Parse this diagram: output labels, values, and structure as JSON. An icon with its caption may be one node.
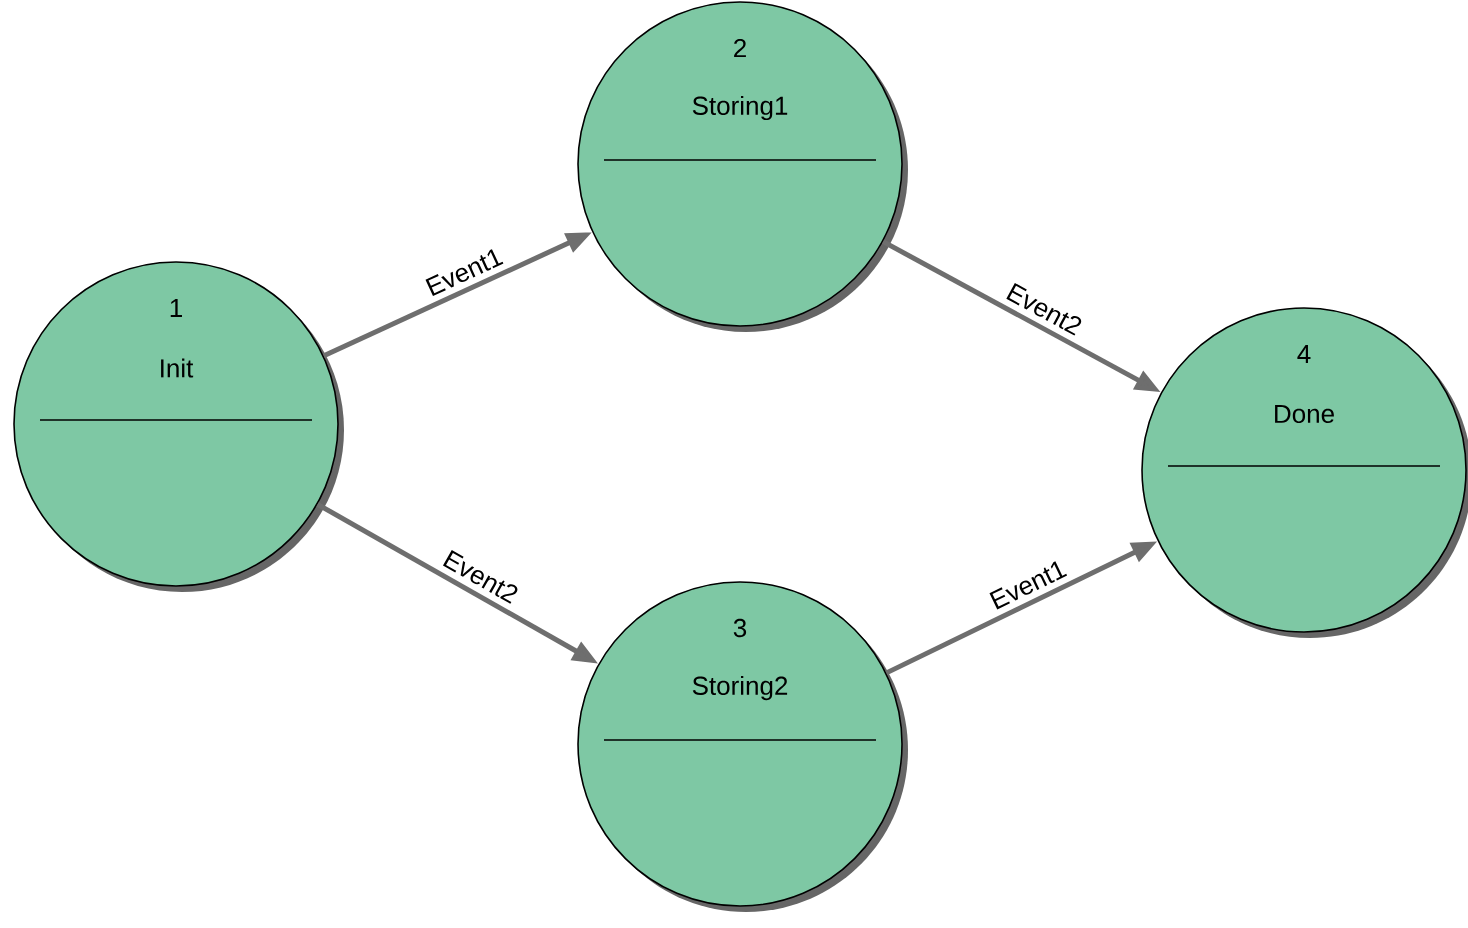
{
  "diagram": {
    "nodes": [
      {
        "text": [
          "1",
          "Init"
        ]
      },
      {
        "text": [
          "2",
          "Storing1"
        ]
      },
      {
        "text": [
          "3",
          "Storing2"
        ]
      },
      {
        "text": [
          "4",
          "Done"
        ]
      }
    ],
    "edges": [
      {
        "from": 0,
        "to": 1,
        "arrow": "to",
        "label": "Event1"
      },
      {
        "from": 0,
        "to": 2,
        "arrow": "to",
        "label": "Event2"
      },
      {
        "from": 1,
        "to": 3,
        "arrow": "to",
        "label": "Event2"
      },
      {
        "from": 2,
        "to": 3,
        "arrow": "to",
        "label": "Event1"
      }
    ]
  }
}
